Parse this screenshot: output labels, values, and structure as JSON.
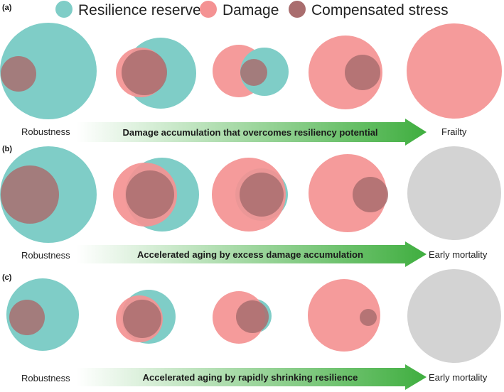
{
  "legend": [
    {
      "label": "Resilience reserve",
      "color": "#7fcdc7"
    },
    {
      "label": "Damage",
      "color": "#f49293"
    },
    {
      "label": "Compensated stress",
      "color": "#a96d6e"
    }
  ],
  "colors": {
    "resilience": "#7fcdc7",
    "damage": "#f49293",
    "stress": "#a96d6e",
    "mortality": "#d3d3d3",
    "arrow_start": "#ffffff",
    "arrow_end": "#3fae3f"
  },
  "panels": [
    {
      "label": "(a)",
      "start_label": "Robustness",
      "arrow_text": "Damage accumulation that overcomes resiliency potential",
      "end_label": "Frailty"
    },
    {
      "label": "(b)",
      "start_label": "Robustness",
      "arrow_text": "Accelerated aging by excess damage accumulation",
      "end_label": "Early mortality"
    },
    {
      "label": "(c)",
      "start_label": "Robustness",
      "arrow_text": "Accelerated aging by rapidly shrinking resilience",
      "end_label": "Early mortality"
    }
  ]
}
